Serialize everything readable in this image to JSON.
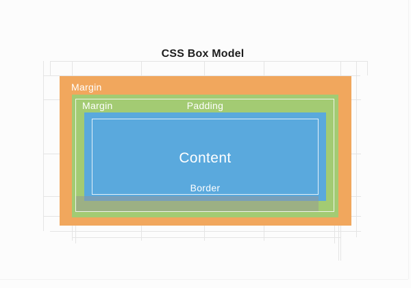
{
  "title": "CSS Box Model",
  "diagram": {
    "labels": {
      "margin_outer": "Margin",
      "margin_inner": "Margin",
      "padding": "Padding",
      "content": "Content",
      "border": "Border"
    },
    "colors": {
      "margin_box": "#F1A75D",
      "border_box": "#A3CB73",
      "content_box": "#5AA9DD",
      "overlay_band": "rgba(150,150,150,0.5)",
      "guide_line": "rgba(255,255,255,0.85)",
      "grid_line": "#E4E4E4",
      "title_text": "#1D1D1D",
      "label_text": "#FFFFFF",
      "background": "#FCFCFC"
    }
  }
}
